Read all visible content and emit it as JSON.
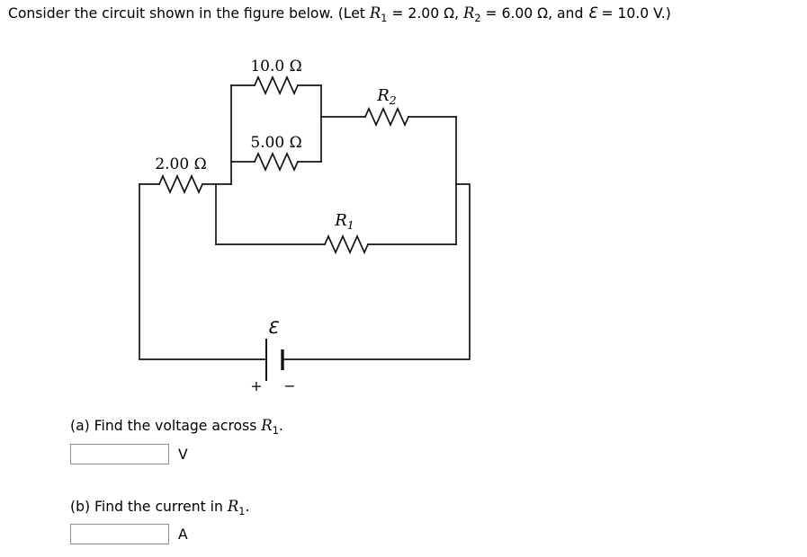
{
  "problem": {
    "text_1": "Consider the circuit shown in the figure below. (Let ",
    "r1_name": "R",
    "r1_sub": "1",
    "text_2": " = 2.00 Ω, ",
    "r2_name": "R",
    "r2_sub": "2",
    "text_3": " = 6.00 Ω, and ",
    "emf_symbol": "Ɛ",
    "text_4": " = 10.0 V.)"
  },
  "circuit": {
    "resistor_10_label": "10.0 Ω",
    "resistor_5_label": "5.00 Ω",
    "resistor_2_label": "2.00 Ω",
    "r2_name": "R",
    "r2_sub": "2",
    "r1_name": "R",
    "r1_sub": "1",
    "emf_label": "Ɛ",
    "battery_plus_label": "+",
    "battery_minus_label": "−"
  },
  "question_a": {
    "prefix": "(a) Find the voltage across ",
    "var_name": "R",
    "var_sub": "1",
    "suffix": ".",
    "answer_value": "",
    "unit": "V"
  },
  "question_b": {
    "prefix": "(b) Find the current in ",
    "var_name": "R",
    "var_sub": "1",
    "suffix": ".",
    "answer_value": "",
    "unit": "A"
  }
}
